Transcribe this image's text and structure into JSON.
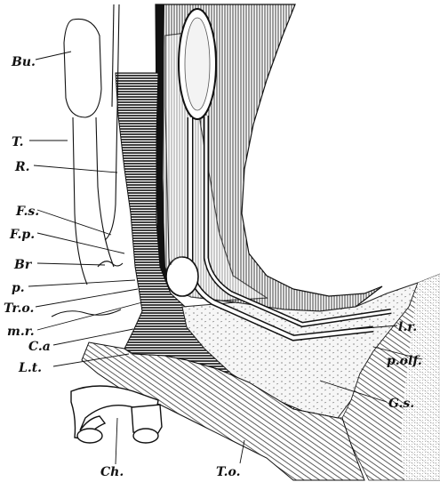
{
  "figure": {
    "labels": {
      "bu": "Bu.",
      "t": "T.",
      "r": "R.",
      "fs": "F.s.",
      "fp": "F.p.",
      "br": "Br",
      "p": "p.",
      "tro": "Tr.o.",
      "mr": "m.r.",
      "ca": "C.a",
      "lt": "L.t.",
      "ch": "Ch.",
      "to": "T.o.",
      "lr": "l.r.",
      "polf": "p.olf.",
      "gs": "G.s."
    }
  }
}
